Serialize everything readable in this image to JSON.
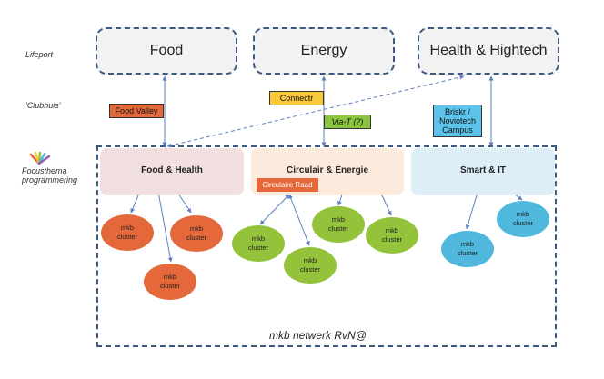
{
  "rows": {
    "lifeport": "Lifeport",
    "clubhuis": "'Clubhuis'",
    "focus": "Focusthema\nprogrammering"
  },
  "lifeports": [
    {
      "label": "Food"
    },
    {
      "label": "Energy"
    },
    {
      "label": "Health & Hightech"
    }
  ],
  "clubhuizen": {
    "food_valley": "Food Valley",
    "connectr": "Connectr",
    "via_t": "Via-T (?)",
    "briskr": "Briskr /\nNoviotech\nCampus"
  },
  "themes": [
    {
      "label": "Food & Health"
    },
    {
      "label": "Circulair & Energie"
    },
    {
      "label": "Smart & IT"
    }
  ],
  "circulaire_raad": "Circulaire Raad",
  "cluster_label": "mkb\ncluster",
  "network_label": "mkb netwerk RvN@",
  "colors": {
    "frame": "#3d5a80",
    "arrow": "#5b7fbf",
    "food_theme": "#f2dfdf",
    "energy_theme": "#fcebdc",
    "smart_theme": "#ddeef7",
    "food_cluster": "#e4683a",
    "energy_cluster": "#94c23a",
    "smart_cluster": "#4fb8dc",
    "food_valley": "#e4683a",
    "connectr": "#f9c93a",
    "via_t": "#8bc53f",
    "briskr": "#5cc3ea",
    "circulaire_raad": "#e4683a"
  }
}
